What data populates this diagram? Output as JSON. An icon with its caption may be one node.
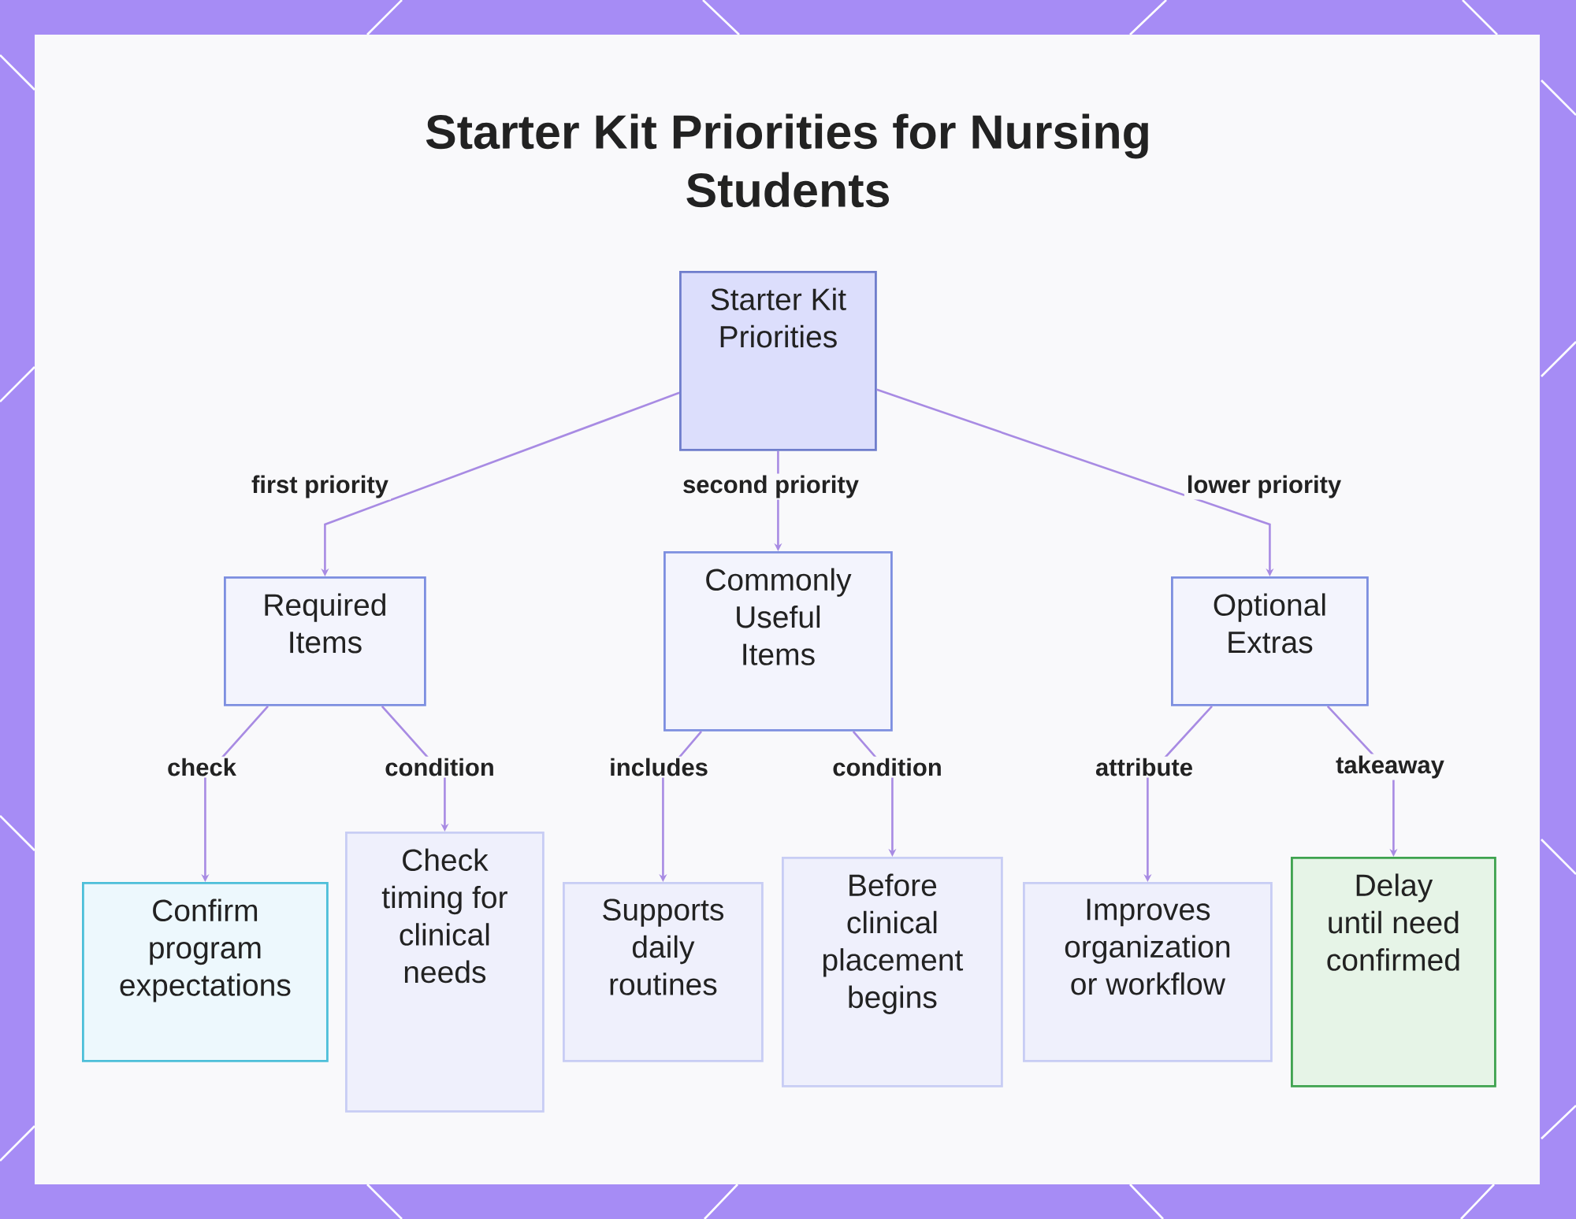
{
  "diagram": {
    "title": "Starter Kit Priorities for Nursing Students",
    "nodes": [
      {
        "text": [
          "Starter Kit Priorities"
        ]
      },
      {
        "text": [
          "Required Items"
        ]
      },
      {
        "text": [
          "Commonly Useful Items"
        ]
      },
      {
        "text": [
          "Optional Extras"
        ]
      },
      {
        "text": [
          "Confirm program expectations"
        ]
      },
      {
        "text": [
          "Check timing for clinical needs"
        ]
      },
      {
        "text": [
          "Supports daily routines"
        ]
      },
      {
        "text": [
          "Before clinical placement begins"
        ]
      },
      {
        "text": [
          "Improves organization or workflow"
        ]
      },
      {
        "text": [
          "Delay until need confirmed"
        ]
      }
    ],
    "edges": [
      {
        "from": 0,
        "to": 1,
        "arrow": "to",
        "label": "first priority"
      },
      {
        "from": 0,
        "to": 2,
        "arrow": "to",
        "label": "second priority"
      },
      {
        "from": 0,
        "to": 3,
        "arrow": "to",
        "label": "lower priority"
      },
      {
        "from": 1,
        "to": 4,
        "arrow": "to",
        "label": "check"
      },
      {
        "from": 1,
        "to": 5,
        "arrow": "to",
        "label": "condition"
      },
      {
        "from": 2,
        "to": 6,
        "arrow": "to",
        "label": "includes"
      },
      {
        "from": 2,
        "to": 7,
        "arrow": "to",
        "label": "condition"
      },
      {
        "from": 3,
        "to": 8,
        "arrow": "to",
        "label": "attribute"
      },
      {
        "from": 3,
        "to": 9,
        "arrow": "to",
        "label": "takeaway"
      }
    ]
  }
}
